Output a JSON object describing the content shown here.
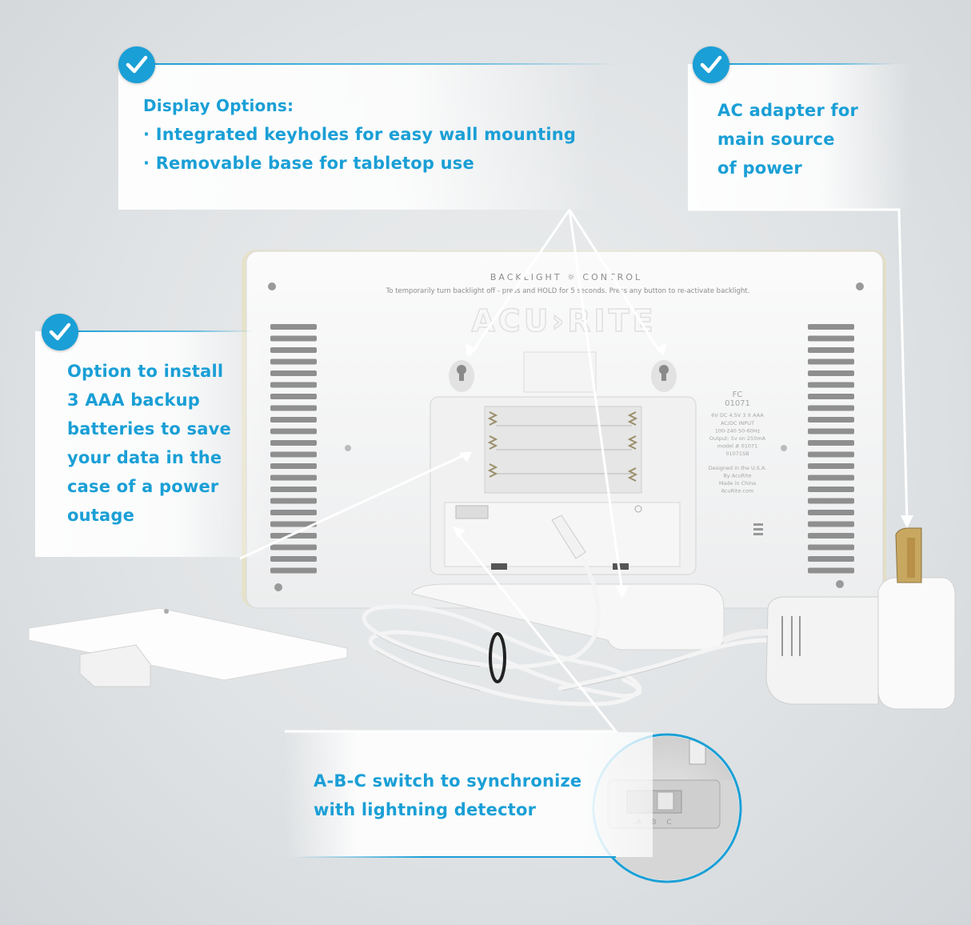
{
  "callouts": {
    "display": {
      "heading": "Display Options:",
      "bullets": [
        "· Integrated keyholes for easy wall mounting",
        "· Removable base for tabletop use"
      ]
    },
    "ac": {
      "lines": [
        "AC adapter for",
        "main source",
        "of power"
      ]
    },
    "battery": {
      "lines": [
        "Option to install",
        "3 AAA backup",
        "batteries to save",
        "your data in the",
        "case of a power",
        "outage"
      ]
    },
    "switch": {
      "lines": [
        "A-B-C switch to synchronize",
        "with lightning detector"
      ]
    }
  },
  "device": {
    "backlight_title": "BACKLIGHT ☼ CONTROL",
    "backlight_note": "To temporarily turn backlight off - press and HOLD for 5 seconds. Press any button to re-activate backlight.",
    "brand": "ACU›RITE",
    "label_lines": [
      "FC",
      "01071",
      "6V DC 4.5V 3 X AAA",
      "AC/DC INPUT",
      "100-240 50-60Hz",
      "Output: 5v on 250mA",
      "model # 01071",
      "01071SB",
      "Designed in the U.S.A.",
      "By AcuRite",
      "Made in China",
      "AcuRite.com"
    ],
    "switch_letters": "A  B  C"
  },
  "colors": {
    "accent": "#1a9fd6"
  }
}
